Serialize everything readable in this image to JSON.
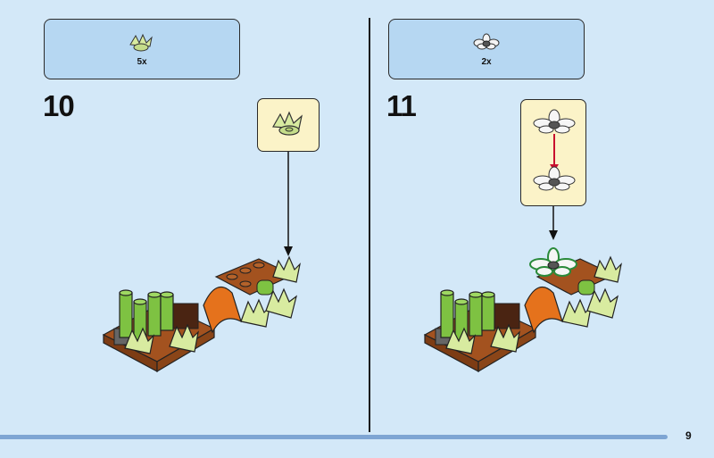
{
  "page": {
    "number": "9"
  },
  "steps": [
    {
      "number": "10",
      "parts_qty": "5x",
      "part_icon": "lime-plant-leaf-icon"
    },
    {
      "number": "11",
      "parts_qty": "2x",
      "part_icon": "white-flower-icon"
    }
  ],
  "colors": {
    "background": "#d3e8f8",
    "parts_box": "#b6d7f2",
    "callout": "#fbf3c8",
    "footer_bar": "#7ea5d3",
    "arrow_red": "#c8102e"
  }
}
